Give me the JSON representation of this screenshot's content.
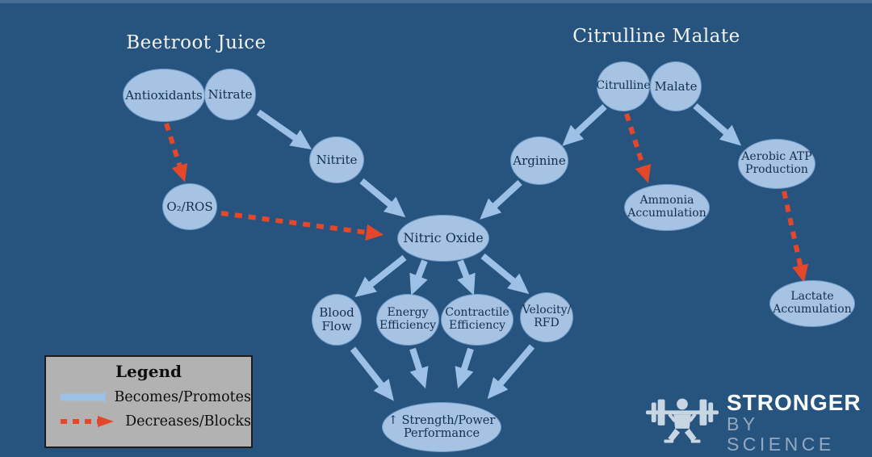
{
  "titles": {
    "beetroot": "Beetroot Juice",
    "citrulline_malate": "Citrulline Malate"
  },
  "nodes": {
    "antioxidants": {
      "label": "Antioxidants"
    },
    "nitrate": {
      "label": "Nitrate"
    },
    "nitrite": {
      "label": "Nitrite"
    },
    "o2_ros": {
      "label": "O₂/ROS"
    },
    "nitric_oxide": {
      "label": "Nitric Oxide"
    },
    "citrulline": {
      "label": "Citrulline"
    },
    "malate": {
      "label": "Malate"
    },
    "arginine": {
      "label": "Arginine"
    },
    "ammonia_accumulation": {
      "label": "Ammonia Accumulation"
    },
    "aerobic_atp_production": {
      "label": "Aerobic ATP Production"
    },
    "lactate_accumulation": {
      "label": "Lactate Accumulation"
    },
    "blood_flow": {
      "label": "Blood Flow"
    },
    "energy_efficiency": {
      "label": "Energy Efficiency"
    },
    "contractile_efficiency": {
      "label": "Contractile Efficiency"
    },
    "velocity_rfd": {
      "label": "Velocity/ RFD"
    },
    "strength_power_performance": {
      "label": "↑ Strength/Power Performance"
    }
  },
  "edges": [
    {
      "from": "nitrate",
      "to": "nitrite",
      "type": "becomes_promotes"
    },
    {
      "from": "nitrite",
      "to": "nitric_oxide",
      "type": "becomes_promotes"
    },
    {
      "from": "antioxidants",
      "to": "o2_ros",
      "type": "decreases_blocks"
    },
    {
      "from": "o2_ros",
      "to": "nitric_oxide",
      "type": "decreases_blocks"
    },
    {
      "from": "citrulline",
      "to": "arginine",
      "type": "becomes_promotes"
    },
    {
      "from": "arginine",
      "to": "nitric_oxide",
      "type": "becomes_promotes"
    },
    {
      "from": "citrulline",
      "to": "ammonia_accumulation",
      "type": "decreases_blocks"
    },
    {
      "from": "malate",
      "to": "aerobic_atp_production",
      "type": "becomes_promotes"
    },
    {
      "from": "aerobic_atp_production",
      "to": "lactate_accumulation",
      "type": "decreases_blocks"
    },
    {
      "from": "nitric_oxide",
      "to": "blood_flow",
      "type": "becomes_promotes"
    },
    {
      "from": "nitric_oxide",
      "to": "energy_efficiency",
      "type": "becomes_promotes"
    },
    {
      "from": "nitric_oxide",
      "to": "contractile_efficiency",
      "type": "becomes_promotes"
    },
    {
      "from": "nitric_oxide",
      "to": "velocity_rfd",
      "type": "becomes_promotes"
    },
    {
      "from": "blood_flow",
      "to": "strength_power_performance",
      "type": "becomes_promotes"
    },
    {
      "from": "energy_efficiency",
      "to": "strength_power_performance",
      "type": "becomes_promotes"
    },
    {
      "from": "contractile_efficiency",
      "to": "strength_power_performance",
      "type": "becomes_promotes"
    },
    {
      "from": "velocity_rfd",
      "to": "strength_power_performance",
      "type": "becomes_promotes"
    }
  ],
  "legend": {
    "title": "Legend",
    "items": [
      {
        "icon": "solid-blue-arrow",
        "label": "Becomes/Promotes"
      },
      {
        "icon": "dashed-red-arrow",
        "label": "Decreases/Blocks"
      }
    ]
  },
  "logo": {
    "line1": "STRONGER",
    "line2": "BY SCIENCE"
  },
  "colors": {
    "background": "#27547e",
    "node_fill": "#a6c3e3",
    "node_border": "#6f9cc9",
    "node_text": "#132f4e",
    "promote_arrow": "#9cc0e6",
    "block_arrow": "#e5472b",
    "title_text": "#f2f4f4",
    "legend_background": "#b2b2b2",
    "legend_text": "#0d0d0d",
    "logo_text_primary": "#fbfcfd",
    "logo_text_secondary": "#93a9c1"
  }
}
